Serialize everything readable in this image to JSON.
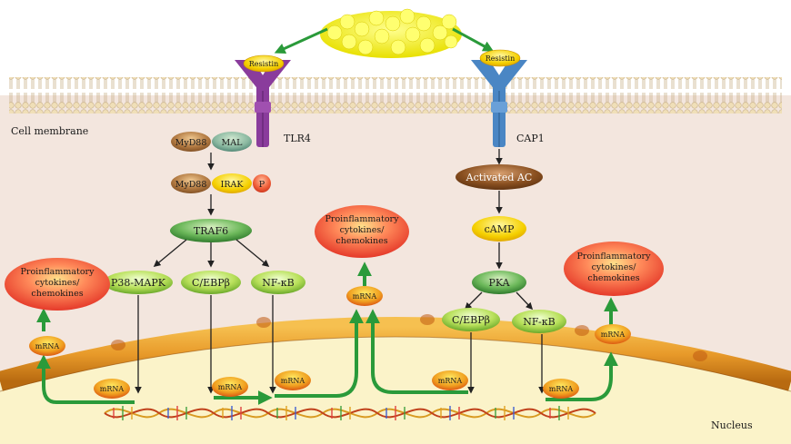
{
  "diagram": {
    "labels": {
      "cell_membrane": "Cell membrane",
      "nucleus": "Nucleus",
      "tlr4": "TLR4",
      "cap1": "CAP1"
    },
    "resistin_left": "Resistin",
    "resistin_right": "Resistin",
    "left_pathway": {
      "myd88_a": "MyD88",
      "mal": "MAL",
      "myd88_b": "MyD88",
      "irak": "IRAK",
      "p": "P",
      "traf6": "TRAF6",
      "p38": "P38-MAPK",
      "cebp": "C/EBPβ",
      "nfkb": "NF-κB"
    },
    "right_pathway": {
      "activated_ac": "Activated AC",
      "camp": "cAMP",
      "pka": "PKA",
      "cebp": "C/EBPβ",
      "nfkb": "NF-κB"
    },
    "cytokines": {
      "line1": "Proinflammatory",
      "line2": "cytokines/",
      "line3": "chemokines"
    },
    "mrna": "mRNA"
  },
  "colors": {
    "arrow_green": "#2a9a3a",
    "cytoplasm": "#f3e6de",
    "nucleus": "#fbf3c9",
    "envelope": "#e8a43a",
    "tlr4": "#8a3c9c",
    "cap1": "#4a86c4"
  }
}
